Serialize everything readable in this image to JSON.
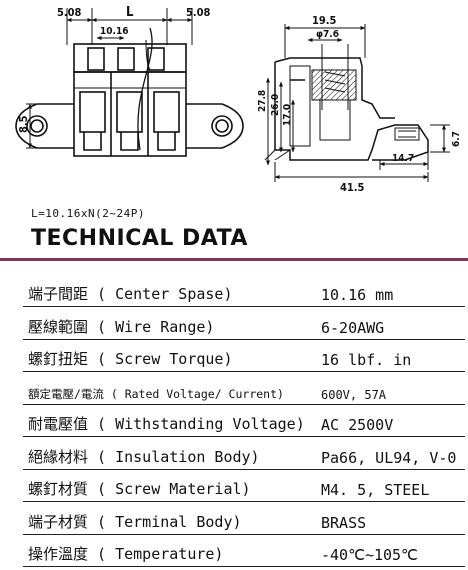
{
  "drawing": {
    "front_view": {
      "dim_left_pitch": "5.08",
      "dim_L": "L",
      "dim_right_pitch": "5.08",
      "dim_pitch": "10.16",
      "dim_height": "8.5"
    },
    "side_view": {
      "dim_top_width": "19.5",
      "dim_hole_dia": "φ7.6",
      "dim_height_a": "27.8",
      "dim_height_b": "26.0",
      "dim_height_c": "17.0",
      "dim_right_height": "6.7",
      "dim_small_width": "14.7",
      "dim_total_width": "41.5"
    }
  },
  "formula": "L=10.16xN(2~24P)",
  "title": "TECHNICAL DATA",
  "specs": [
    {
      "label": "端子間距 ( Center Spase)",
      "value": "10.16 mm"
    },
    {
      "label": "壓線範圍 ( Wire Range)",
      "value": "6-20AWG"
    },
    {
      "label": "螺釘扭矩 ( Screw Torque)",
      "value": "16 lbf. in"
    },
    {
      "label": "額定電壓/電流 ( Rated Voltage/ Current)",
      "value": "600V, 57A"
    },
    {
      "label": "耐電壓值 ( Withstanding Voltage)",
      "value": "AC 2500V"
    },
    {
      "label": "絕緣材料 ( Insulation Body)",
      "value": "Pa66, UL94, V-0"
    },
    {
      "label": "螺釘材質 ( Screw Material)",
      "value": "M4. 5, STEEL"
    },
    {
      "label": "端子材質 ( Terminal Body)",
      "value": "BRASS"
    },
    {
      "label": "操作溫度 ( Temperature)",
      "value": "-40℃~105℃"
    }
  ]
}
